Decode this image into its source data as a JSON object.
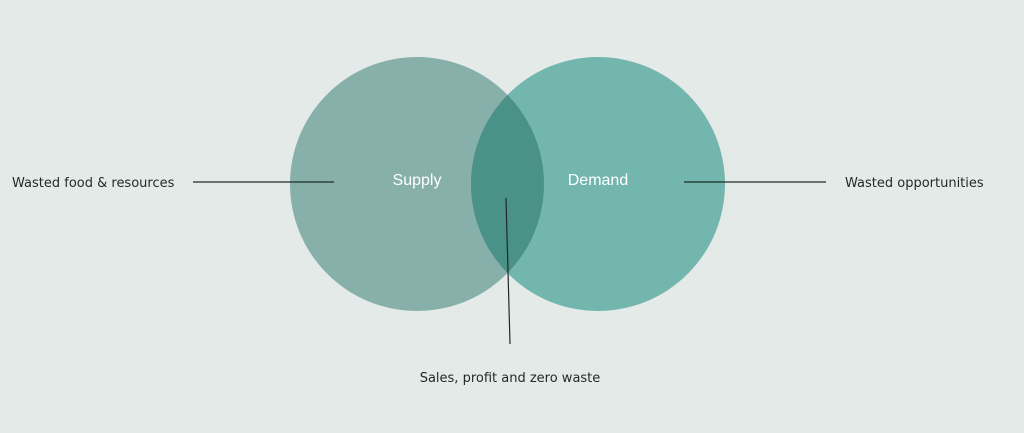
{
  "diagram": {
    "sets": [
      {
        "id": "supply",
        "label": "Supply",
        "color": "#87b0aa"
      },
      {
        "id": "demand",
        "label": "Demand",
        "color": "#72b6ae"
      }
    ],
    "intersection": {
      "color": "#4a9187",
      "label": "Sales, profit and zero waste"
    },
    "outside_left_label": "Wasted food & resources",
    "outside_right_label": "Wasted opportunities",
    "background": "#e3eae8",
    "line_color": "#1f2a28"
  }
}
